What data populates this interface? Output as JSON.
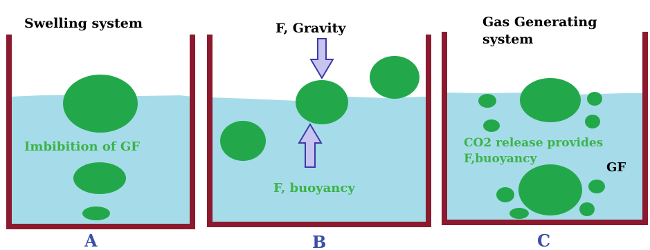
{
  "colors": {
    "container_wall": "#8b1a2e",
    "water": "#a6dce9",
    "particle": "#22a84a",
    "green_text": "#3cb34a",
    "blue_text": "#3b4fa8",
    "arrow_fill": "#c8c4f0",
    "arrow_stroke": "#3a3aa8"
  },
  "panel_a": {
    "title": "Swelling system",
    "label": "Imbibition of GF",
    "letter": "A"
  },
  "panel_b": {
    "gravity_label": "F, Gravity",
    "buoyancy_label": "F, buoyancy",
    "letter": "B"
  },
  "panel_c": {
    "title_line1": "Gas Generating",
    "title_line2": "system",
    "release_line1": "CO2 release provides",
    "release_line2": "F,buoyancy",
    "gf_label": "GF",
    "letter": "C"
  },
  "icons": [
    "down-arrow-icon",
    "up-arrow-icon"
  ]
}
